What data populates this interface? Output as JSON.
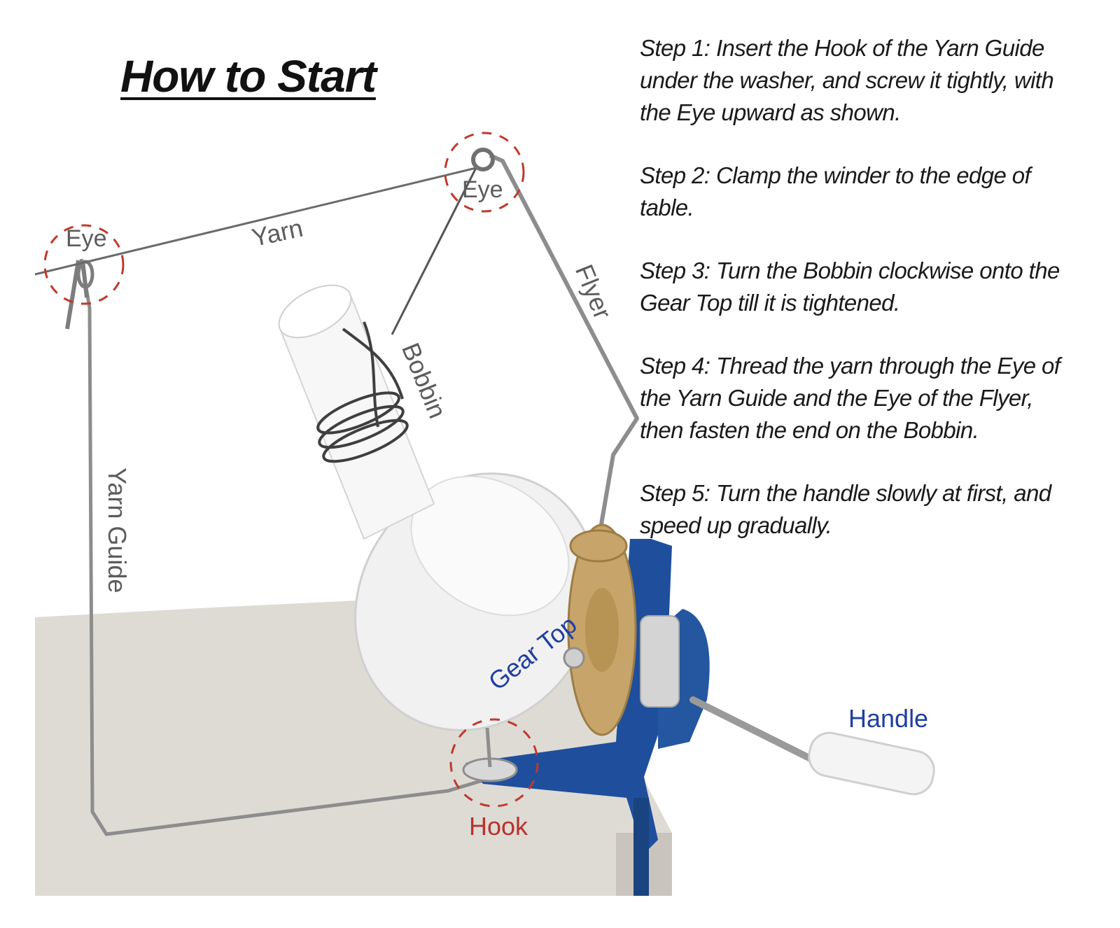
{
  "title": "How to Start",
  "steps": [
    [
      "Step 1: Insert the Hook of the Yarn Guide",
      "under the washer, and screw it tightly, with",
      "the Eye upward as shown."
    ],
    [
      "Step 2: Clamp the winder to the edge of",
      "table."
    ],
    [
      "Step 3: Turn the Bobbin clockwise onto the",
      "Gear Top till it is tightened."
    ],
    [
      "Step 4: Thread the yarn through the Eye of",
      "the Yarn Guide and the Eye of the Flyer,",
      "then fasten the end on the Bobbin."
    ],
    [
      "Step 5: Turn the handle slowly at first, and",
      "speed up gradually."
    ]
  ],
  "labels": {
    "eye_left": "Eye",
    "eye_right": "Eye",
    "yarn": "Yarn",
    "flyer": "Flyer",
    "bobbin": "Bobbin",
    "yarn_guide": "Yarn Guide",
    "gear_top": "Gear Top",
    "hook": "Hook",
    "handle": "Handle"
  },
  "colors": {
    "label_gray": "#5c5c5c",
    "label_blue": "#1f3fa0",
    "label_red": "#b8332b",
    "clamp_blue": "#1f4f9c",
    "gear_brass": "#c7a46a",
    "table": "#d9d6d0"
  }
}
